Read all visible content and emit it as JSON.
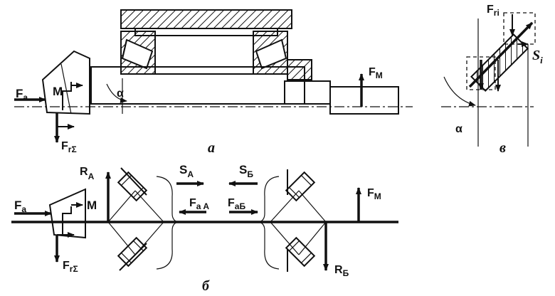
{
  "captions": {
    "a": "а",
    "b": "б",
    "c": "в"
  },
  "view_a": {
    "force_axial": "F",
    "force_axial_sub": "a",
    "moment": "M",
    "force_radial_sum": "F",
    "force_radial_sum_sub": "rΣ",
    "force_m": "F",
    "force_m_sub": "M",
    "angle": "α"
  },
  "view_b": {
    "reaction_a": "R",
    "reaction_a_sub": "A",
    "reaction_b": "R",
    "reaction_b_sub": "Б",
    "s_a": "S",
    "s_a_sub": "A",
    "s_b": "S",
    "s_b_sub": "Б",
    "f_aa": "F",
    "f_aa_sub": "a A",
    "f_ab": "F",
    "f_ab_sub": "aБ",
    "force_axial": "F",
    "force_axial_sub": "a",
    "moment": "M",
    "force_radial_sum": "F",
    "force_radial_sum_sub": "rΣ",
    "force_m": "F",
    "force_m_sub": "M"
  },
  "view_c": {
    "f_ri": "F",
    "f_ri_sub": "ri",
    "s_i": "S",
    "s_i_sub": "i",
    "angle": "α"
  }
}
